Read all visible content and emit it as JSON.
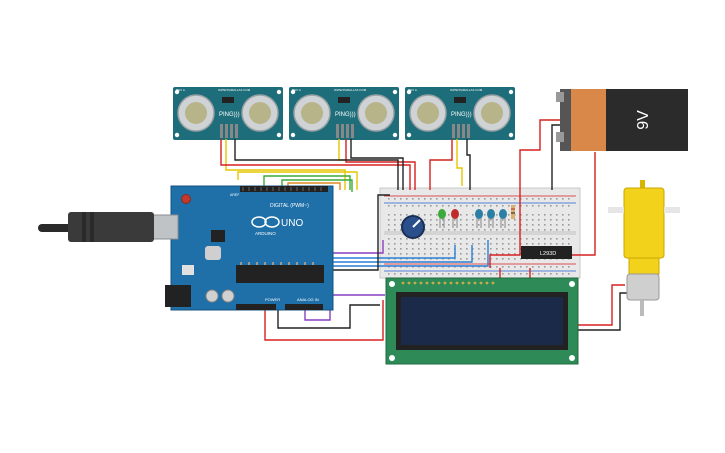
{
  "sensors": [
    {
      "label": "PING)))",
      "site": "WWW.PARALLAX.COM",
      "rev": "REV A"
    },
    {
      "label": "PING)))",
      "site": "WWW.PARALLAX.COM",
      "rev": "REV A"
    },
    {
      "label": "PING)))",
      "site": "WWW.PARALLAX.COM",
      "rev": "REV A"
    }
  ],
  "arduino": {
    "model": "UNO",
    "brand": "ARDUINO",
    "digital_label": "DIGITAL (PWM~)",
    "power_label": "POWER",
    "analog_label": "ANALOG IN",
    "aref": "AREF",
    "gnd": "GND"
  },
  "battery": {
    "voltage": "9V"
  },
  "driver_ic": {
    "label": "L293D"
  },
  "colors": {
    "arduino_blue": "#1f6fa8",
    "sensor_teal": "#1d6e7a",
    "breadboard": "#e8e8e8",
    "lcd_green": "#2e8b57",
    "lcd_screen": "#1c2a4a",
    "motor_yellow": "#f2d21b",
    "battery_orange": "#d9884a",
    "wire_red": "#d62020",
    "wire_yellow": "#e6c600",
    "wire_black": "#222222",
    "wire_blue": "#2a7fd4",
    "wire_purple": "#8a3fc2",
    "wire_green": "#3aaa3a"
  },
  "leds": [
    "green",
    "red",
    "blue",
    "blue",
    "blue"
  ],
  "icons": [
    "usb-plug-icon",
    "power-jack-icon",
    "potentiometer-icon",
    "reset-button-icon"
  ]
}
